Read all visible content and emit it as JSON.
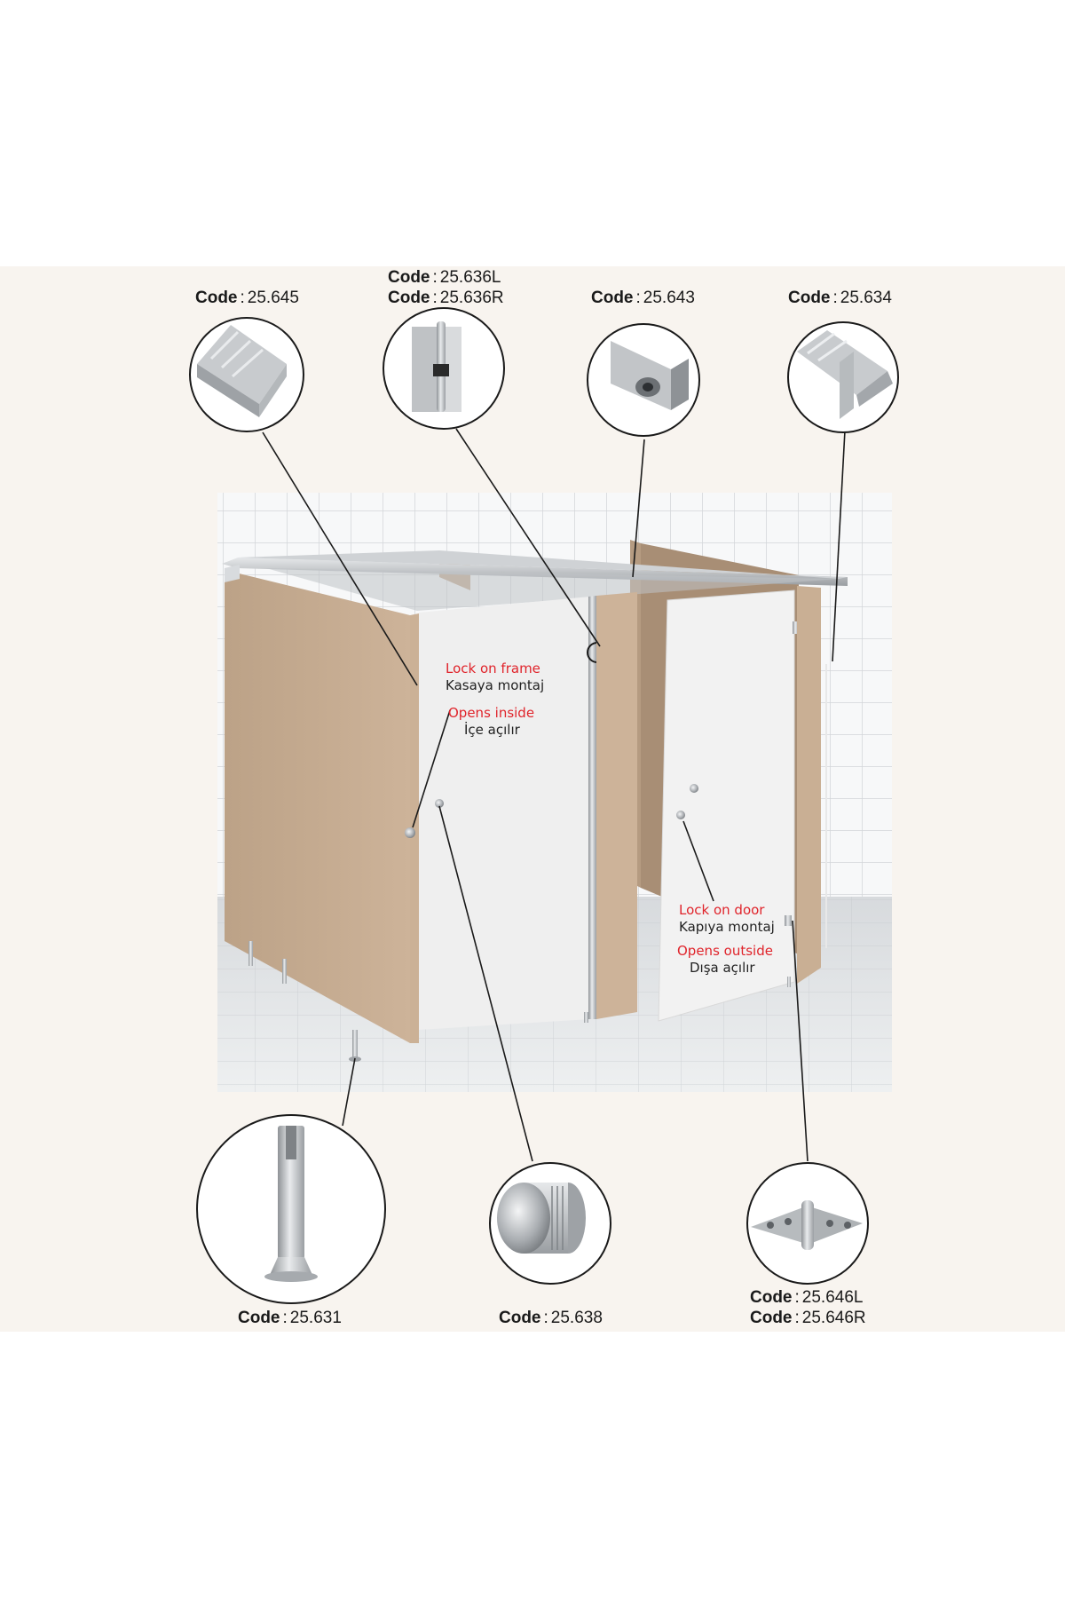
{
  "codes": {
    "c25645": {
      "key": "Code",
      "value": "25.645"
    },
    "c25636L": {
      "key": "Code",
      "value": "25.636L"
    },
    "c25636R": {
      "key": "Code",
      "value": "25.636R"
    },
    "c25643": {
      "key": "Code",
      "value": "25.643"
    },
    "c25634": {
      "key": "Code",
      "value": "25.634"
    },
    "c25631": {
      "key": "Code",
      "value": "25.631"
    },
    "c25638": {
      "key": "Code",
      "value": "25.638"
    },
    "c25646L": {
      "key": "Code",
      "value": "25.646L"
    },
    "c25646R": {
      "key": "Code",
      "value": "25.646R"
    }
  },
  "notes": {
    "lock_frame_en": "Lock on frame",
    "lock_frame_tr": "Kasaya montaj",
    "opens_inside_en": "Opens inside",
    "opens_inside_tr": "İçe açılır",
    "lock_door_en": "Lock on door",
    "lock_door_tr": "Kapıya montaj",
    "opens_outside_en": "Opens outside",
    "opens_outside_tr": "Dışa açılır"
  },
  "colors": {
    "panel_bg": "#f8f4ef",
    "partition": "#c7ad93",
    "door": "#eeeeee",
    "accent_red": "#e0242b",
    "metal": "#b9bcbf"
  },
  "icons": {
    "profile_top": "aluminium-top-rail-profile",
    "hinge_profile": "aluminium-hinge-profile",
    "wall_bracket": "wall-connection-bracket",
    "corner_profile": "aluminium-corner-profile",
    "support_leg": "adjustable-support-leg",
    "door_knob": "door-knob",
    "door_hinge": "door-hinge"
  }
}
